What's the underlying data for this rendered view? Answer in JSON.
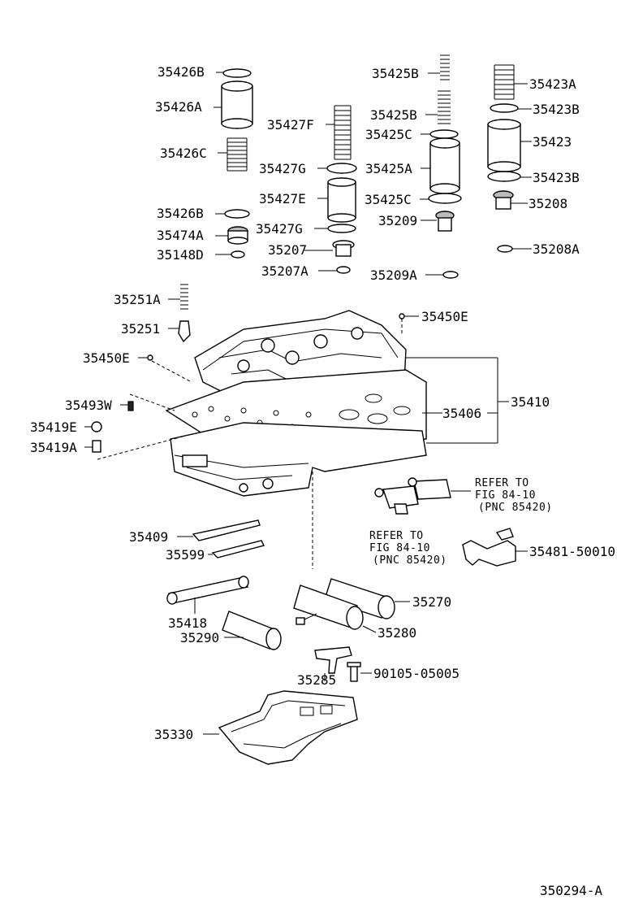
{
  "labels": {
    "p35426B_top": "35426B",
    "p35426A": "35426A",
    "p35426C": "35426C",
    "p35426B_bot": "35426B",
    "p35474A": "35474A",
    "p35148D": "35148D",
    "p35427F": "35427F",
    "p35427G_top": "35427G",
    "p35427E": "35427E",
    "p35427G_bot": "35427G",
    "p35207": "35207",
    "p35207A": "35207A",
    "p35425B_top": "35425B",
    "p35425B_mid": "35425B",
    "p35425C_top": "35425C",
    "p35425A": "35425A",
    "p35425C_bot": "35425C",
    "p35209": "35209",
    "p35209A": "35209A",
    "p35423A": "35423A",
    "p35423B_top": "35423B",
    "p35423": "35423",
    "p35423B_bot": "35423B",
    "p35208": "35208",
    "p35208A": "35208A",
    "p35251A": "35251A",
    "p35251": "35251",
    "p35450E_right": "35450E",
    "p35450E_left": "35450E",
    "p35410": "35410",
    "p35406": "35406",
    "p35493W": "35493W",
    "p35419E": "35419E",
    "p35419A": "35419A",
    "p35409": "35409",
    "p35599": "35599",
    "p35418": "35418",
    "p35290": "35290",
    "p35270": "35270",
    "p35280": "35280",
    "p35285": "35285",
    "p90105": "90105-05005",
    "p35330": "35330",
    "p35481": "35481-50010"
  },
  "refs": {
    "ref1_l1": "REFER TO",
    "ref1_l2": "FIG 84-10",
    "ref1_l3": "(PNC 85420)",
    "ref2_l1": "REFER TO",
    "ref2_l2": "FIG 84-10",
    "ref2_l3": "(PNC 85420)"
  },
  "figure_id": "350294-A"
}
